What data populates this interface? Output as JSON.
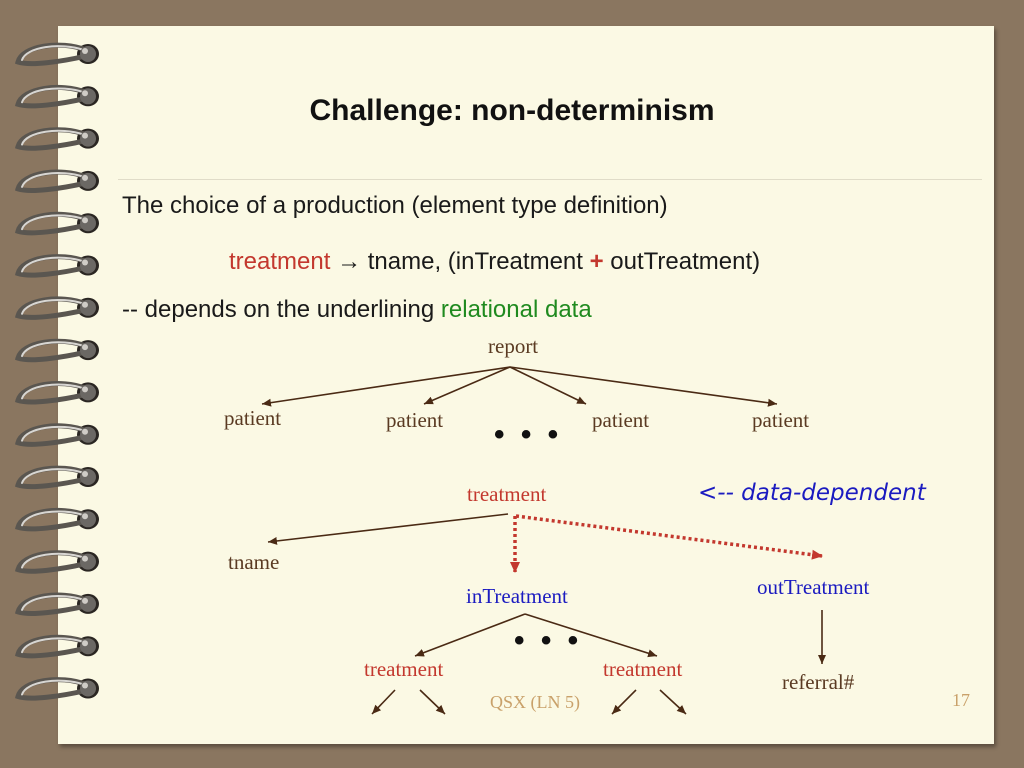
{
  "slide": {
    "title": "Challenge: non-determinism",
    "line1": "The choice of a production (element type definition)",
    "production": {
      "lhs": "treatment",
      "arrow": "→",
      "rhs_a": "tname,  (inTreatment",
      "plus": "+",
      "rhs_b": "outTreatment)"
    },
    "line3_prefix": "-- depends on the underlining",
    "line3_highlight": "relational data"
  },
  "tree": {
    "root": "report",
    "patients": [
      "patient",
      "patient",
      "patient",
      "patient"
    ],
    "ellipsis_top": "• • •",
    "treatment": "treatment",
    "tname": "tname",
    "inTreatment": "inTreatment",
    "outTreatment": "outTreatment",
    "ellipsis_mid": "• • •",
    "child_treatments": [
      "treatment",
      "treatment"
    ],
    "referral": "referral#",
    "data_dependent_label": "<-- data-dependent"
  },
  "footer": {
    "center": "QSX  (LN 5)",
    "page_number": "17"
  },
  "colors": {
    "background": "#8a7660",
    "paper": "#fbf9e4",
    "red": "#c3382e",
    "green": "#1f8a1f",
    "blue": "#1b1bc0",
    "brown": "#5a3a22"
  }
}
